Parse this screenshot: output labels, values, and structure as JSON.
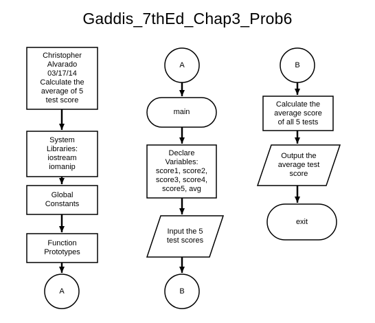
{
  "title": "Gaddis_7thEd_Chap3_Prob6",
  "columns": [
    {
      "nodes": [
        {
          "kind": "process",
          "text": "Christopher\nAlvarado\n03/17/14\nCalculate the\naverage of 5\ntest score"
        },
        {
          "kind": "process",
          "text": "System\nLibraries:\niostream\niomanip"
        },
        {
          "kind": "process",
          "text": "Global\nConstants"
        },
        {
          "kind": "process",
          "text": "Function\nPrototypes"
        },
        {
          "kind": "connector",
          "text": "A"
        }
      ]
    },
    {
      "nodes": [
        {
          "kind": "connector",
          "text": "A"
        },
        {
          "kind": "terminal",
          "text": "main"
        },
        {
          "kind": "process",
          "text": "Declare\nVariables:\nscore1, score2,\nscore3, score4,\nscore5, avg"
        },
        {
          "kind": "io",
          "text": "Input the 5\ntest scores"
        },
        {
          "kind": "connector",
          "text": "B"
        }
      ]
    },
    {
      "nodes": [
        {
          "kind": "connector",
          "text": "B"
        },
        {
          "kind": "process",
          "text": "Calculate the\naverage score\nof all 5 tests"
        },
        {
          "kind": "io",
          "text": "Output the\naverage test\nscore"
        },
        {
          "kind": "terminal",
          "text": "exit"
        }
      ]
    }
  ]
}
